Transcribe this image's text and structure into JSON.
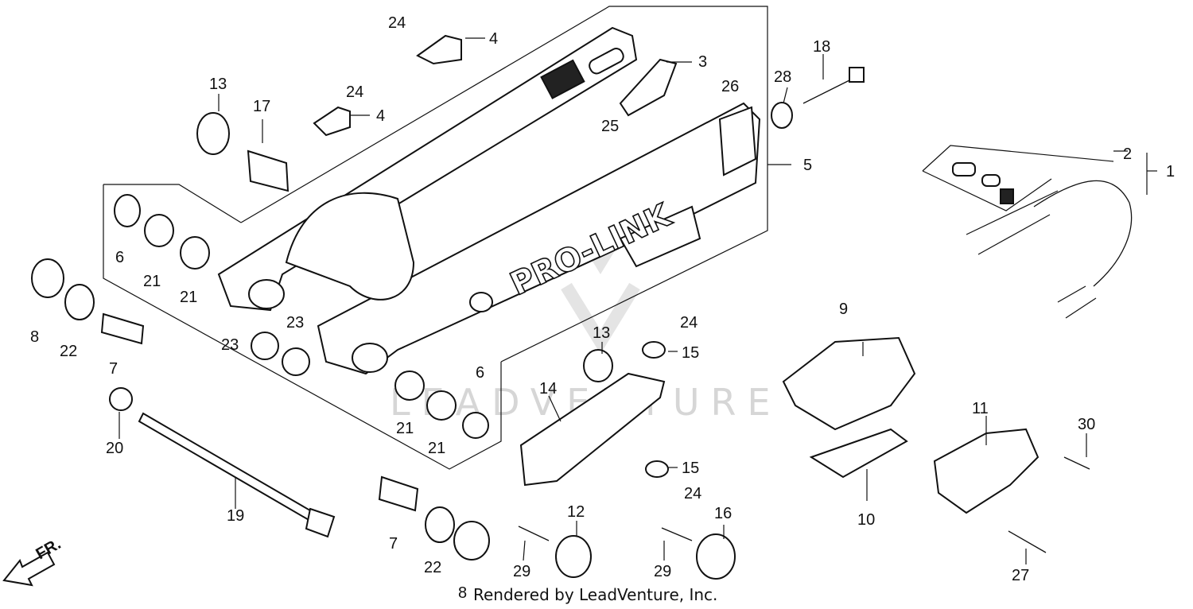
{
  "diagram": {
    "brand_text": "PRO-LINK",
    "watermark": "LEADVENTURE",
    "footer": "Rendered by LeadVenture, Inc.",
    "direction_label": "FR.",
    "callouts": [
      "1",
      "2",
      "3",
      "4",
      "4",
      "5",
      "6",
      "6",
      "7",
      "7",
      "8",
      "8",
      "9",
      "10",
      "11",
      "12",
      "13",
      "13",
      "14",
      "15",
      "15",
      "16",
      "17",
      "18",
      "19",
      "20",
      "21",
      "21",
      "21",
      "21",
      "22",
      "22",
      "23",
      "23",
      "24",
      "24",
      "24",
      "24",
      "25",
      "26",
      "27",
      "28",
      "29",
      "29",
      "30"
    ]
  }
}
